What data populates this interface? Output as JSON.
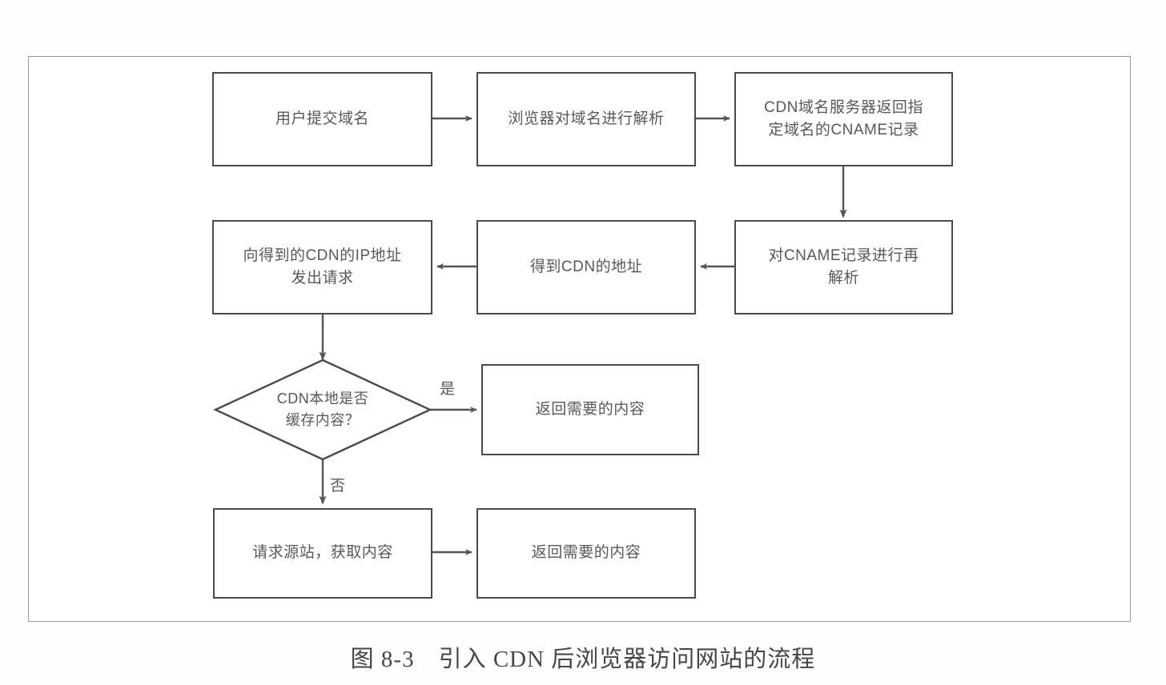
{
  "figure": {
    "caption": "图 8-3　引入 CDN 后浏览器访问网站的流程",
    "frame_color": "#9a9a9a",
    "node_border_color": "#4a4a4a",
    "text_color": "#585858",
    "connector_color": "#555555"
  },
  "chart_data": {
    "type": "diagram",
    "title": "引入 CDN 后浏览器访问网站的流程",
    "nodes": [
      {
        "id": "n1",
        "shape": "process",
        "text": "用户提交域名"
      },
      {
        "id": "n2",
        "shape": "process",
        "text": "浏览器对域名进行解析"
      },
      {
        "id": "n3",
        "shape": "process",
        "text": "CDN域名服务器返回指\n定域名的CNAME记录"
      },
      {
        "id": "n4",
        "shape": "process",
        "text": "对CNAME记录进行再\n解析"
      },
      {
        "id": "n5",
        "shape": "process",
        "text": "得到CDN的地址"
      },
      {
        "id": "n6",
        "shape": "process",
        "text": "向得到的CDN的IP地址\n发出请求"
      },
      {
        "id": "n7",
        "shape": "decision",
        "text": "CDN本地是否\n缓存内容？"
      },
      {
        "id": "n8",
        "shape": "process",
        "text": "返回需要的内容"
      },
      {
        "id": "n9",
        "shape": "process",
        "text": "请求源站，获取内容"
      },
      {
        "id": "n10",
        "shape": "process",
        "text": "返回需要的内容"
      }
    ],
    "edges": [
      {
        "from": "n1",
        "to": "n2",
        "label": "",
        "direction": "right"
      },
      {
        "from": "n2",
        "to": "n3",
        "label": "",
        "direction": "right"
      },
      {
        "from": "n3",
        "to": "n4",
        "label": "",
        "direction": "down"
      },
      {
        "from": "n4",
        "to": "n5",
        "label": "",
        "direction": "left"
      },
      {
        "from": "n5",
        "to": "n6",
        "label": "",
        "direction": "left"
      },
      {
        "from": "n6",
        "to": "n7",
        "label": "",
        "direction": "down"
      },
      {
        "from": "n7",
        "to": "n8",
        "label": "是",
        "direction": "right"
      },
      {
        "from": "n7",
        "to": "n9",
        "label": "否",
        "direction": "down"
      },
      {
        "from": "n9",
        "to": "n10",
        "label": "",
        "direction": "right"
      }
    ],
    "edge_labels": {
      "yes": "是",
      "no": "否"
    }
  }
}
